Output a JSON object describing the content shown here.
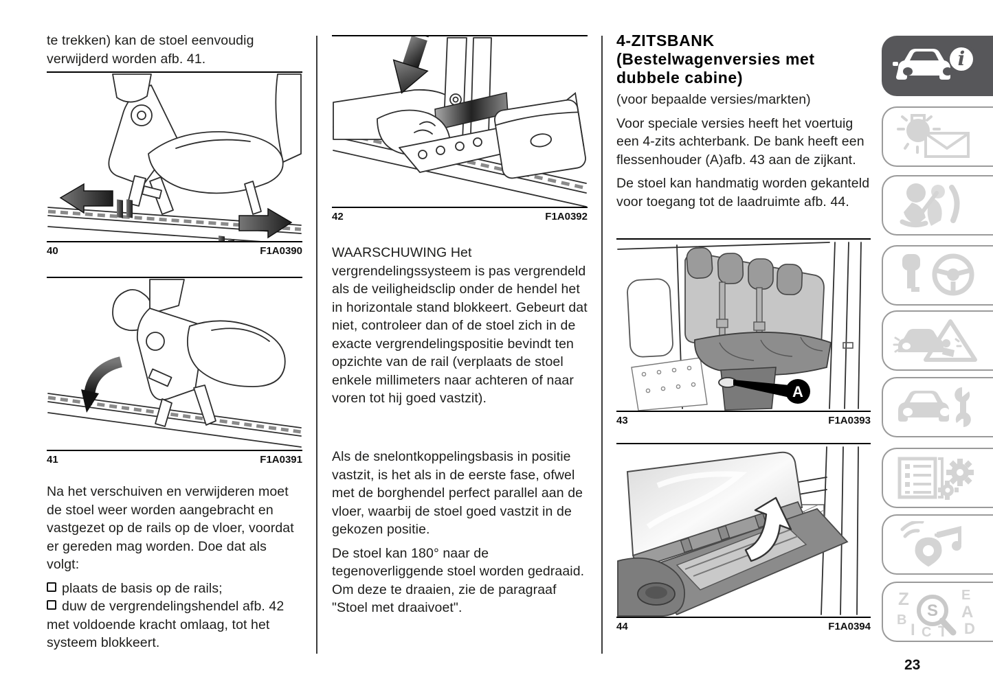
{
  "page": {
    "number": "23"
  },
  "left_column": {
    "intro": "te trekken) kan de stoel eenvoudig verwijderd worden afb. 41.",
    "figure_40": {
      "number": "40",
      "code": "F1A0390"
    },
    "figure_41": {
      "number": "41",
      "code": "F1A0391"
    },
    "paragraph": "Na het verschuiven en verwijderen moet de stoel weer worden aangebracht en vastgezet op de rails op de vloer, voordat er gereden mag worden. Doe dat als volgt:",
    "bullets": [
      "plaats de basis op de rails;",
      "duw de vergrendelingshendel afb. 42 met voldoende kracht omlaag, tot het systeem blokkeert."
    ]
  },
  "middle_column": {
    "figure_42": {
      "number": "42",
      "code": "F1A0392"
    },
    "warning": "WAARSCHUWING Het vergrendelingssysteem is pas vergrendeld als de veiligheidsclip onder de hendel het in horizontale stand blokkeert. Gebeurt dat niet, controleer dan of de stoel zich in de exacte vergrendelingspositie bevindt ten opzichte van de rail (verplaats de stoel enkele millimeters naar achteren of naar voren tot hij goed vastzit).",
    "paragraph_1": "Als de snelontkoppelingsbasis in positie vastzit, is het als in de eerste fase, ofwel met de borghendel perfect parallel aan de vloer, waarbij de stoel goed vastzit in de gekozen positie.",
    "paragraph_2": "De stoel kan 180° naar de tegenoverliggende stoel worden gedraaid. Om deze te draaien, zie de paragraaf \"Stoel met draaivoet\"."
  },
  "right_column": {
    "heading": "4-ZITSBANK (Bestelwagenversies met dubbele cabine)",
    "subtitle": "(voor bepaalde versies/markten)",
    "paragraph_1": "Voor speciale versies heeft het voertuig een 4-zits achterbank. De bank heeft een flessenhouder (A)afb. 43 aan de zijkant.",
    "paragraph_2": "De stoel kan handmatig worden gekanteld voor toegang tot de laadruimte afb. 44.",
    "figure_43": {
      "number": "43",
      "code": "F1A0393",
      "callout": "A"
    },
    "figure_44": {
      "number": "44",
      "code": "F1A0394"
    }
  },
  "sidebar": {
    "items": [
      {
        "icon": "car-info-icon",
        "active": true
      },
      {
        "icon": "warning-light-message-icon",
        "active": false
      },
      {
        "icon": "airbag-seatbelt-icon",
        "active": false
      },
      {
        "icon": "key-steering-wheel-icon",
        "active": false
      },
      {
        "icon": "car-warning-triangle-icon",
        "active": false
      },
      {
        "icon": "car-wrench-icon",
        "active": false
      },
      {
        "icon": "spec-sheet-gears-icon",
        "active": false
      },
      {
        "icon": "multimedia-nav-music-icon",
        "active": false
      },
      {
        "icon": "index-search-letters-icon",
        "active": false
      }
    ],
    "index_letters": [
      "Z",
      "E",
      "B",
      "A",
      "I",
      "C",
      "T",
      "D",
      "S"
    ]
  },
  "colors": {
    "active_tab": "#57575a",
    "inactive_icon": "#d4d4d4",
    "tab_border": "#9a9a9a",
    "text": "#1d1d1b"
  }
}
